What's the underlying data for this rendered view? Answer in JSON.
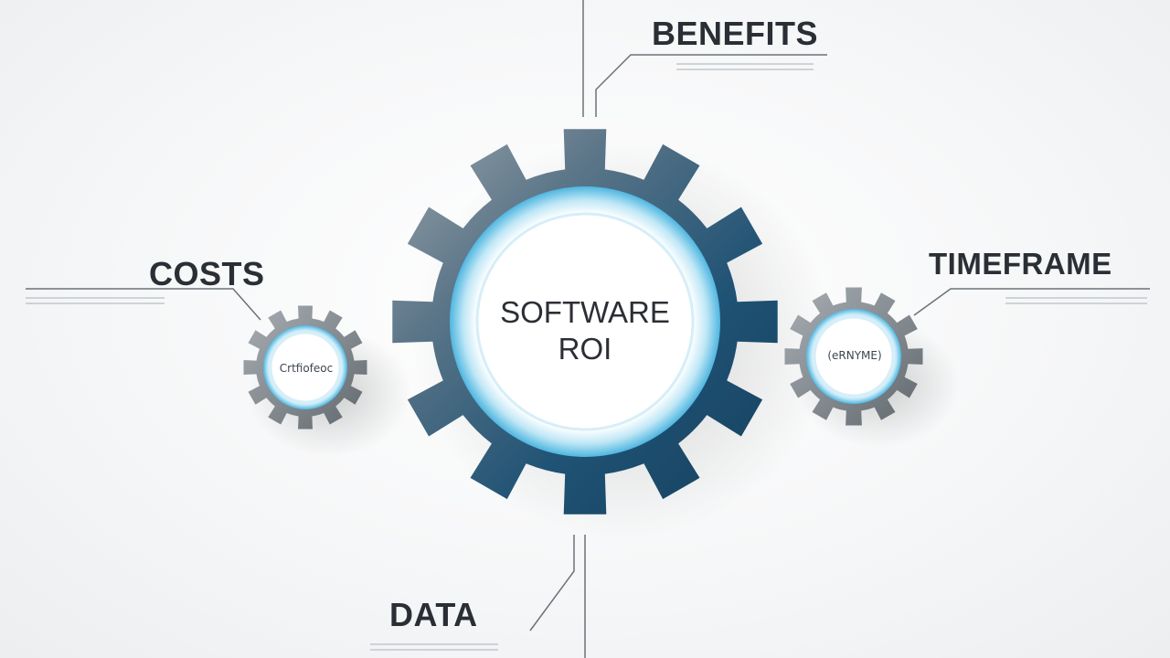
{
  "diagram": {
    "center_gear": {
      "line1": "SOFTWARE",
      "line2": "ROI"
    },
    "left_gear": {
      "text": "Crtfiofeoc"
    },
    "right_gear": {
      "text": "(eRNYME)"
    },
    "labels": {
      "benefits": "BENEFITS",
      "costs": "COSTS",
      "timeframe": "TIMEFRAME",
      "data": "DATA"
    },
    "colors": {
      "gear_dark": "#1e4f70",
      "gear_mid": "#3f6f8c",
      "gear_light": "#8a949c",
      "ring_accent": "#5fc3e8",
      "small_gear": "#8c9298",
      "line": "#6b7278"
    }
  }
}
